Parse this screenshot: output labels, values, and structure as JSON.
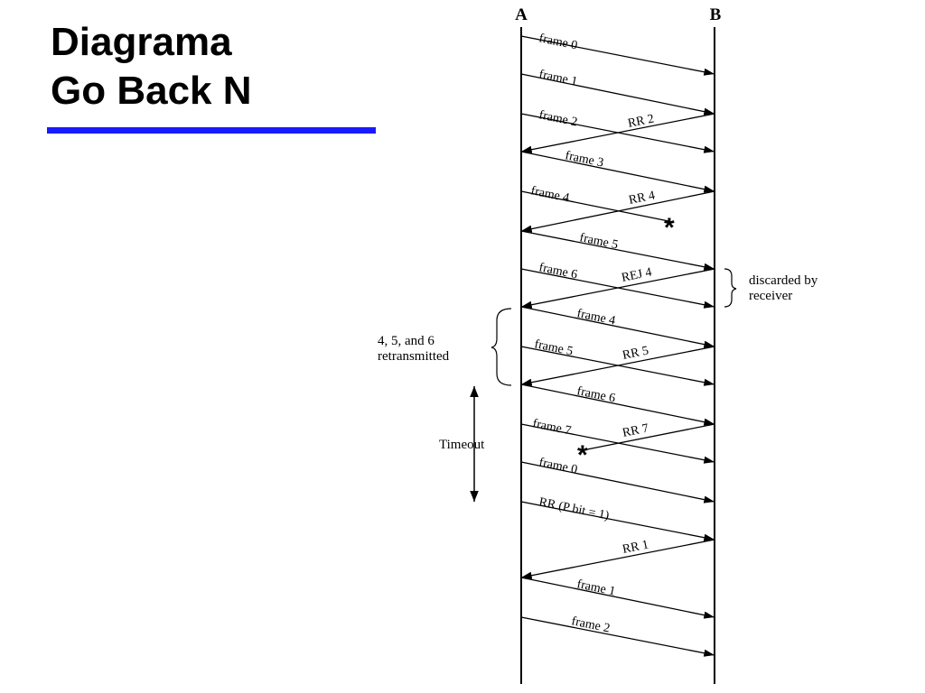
{
  "slide": {
    "title_line1": "Diagrama",
    "title_line2": "Go Back N",
    "accent_color": "#1a1aff"
  },
  "diagram": {
    "station_a": "A",
    "station_b": "B",
    "messages": [
      {
        "label": "frame 0"
      },
      {
        "label": "frame 1"
      },
      {
        "label": "frame 2"
      },
      {
        "label": "RR 2"
      },
      {
        "label": "frame 3"
      },
      {
        "label": "frame 4"
      },
      {
        "label": "RR 4"
      },
      {
        "label": "frame 5"
      },
      {
        "label": "frame 6"
      },
      {
        "label": "REJ 4"
      },
      {
        "label": "frame 4"
      },
      {
        "label": "frame 5"
      },
      {
        "label": "RR 5"
      },
      {
        "label": "frame 6"
      },
      {
        "label": "frame 7"
      },
      {
        "label": "RR 7"
      },
      {
        "label": "frame 0"
      },
      {
        "label": "RR (P bit = 1)"
      },
      {
        "label": "RR 1"
      },
      {
        "label": "frame 1"
      },
      {
        "label": "frame 2"
      }
    ],
    "lost_markers": [
      "*",
      "*"
    ],
    "annotations": {
      "discarded_line1": "discarded by",
      "discarded_line2": "receiver",
      "retransmitted_line1": "4, 5, and 6",
      "retransmitted_line2": "retransmitted",
      "timeout": "Timeout"
    }
  }
}
